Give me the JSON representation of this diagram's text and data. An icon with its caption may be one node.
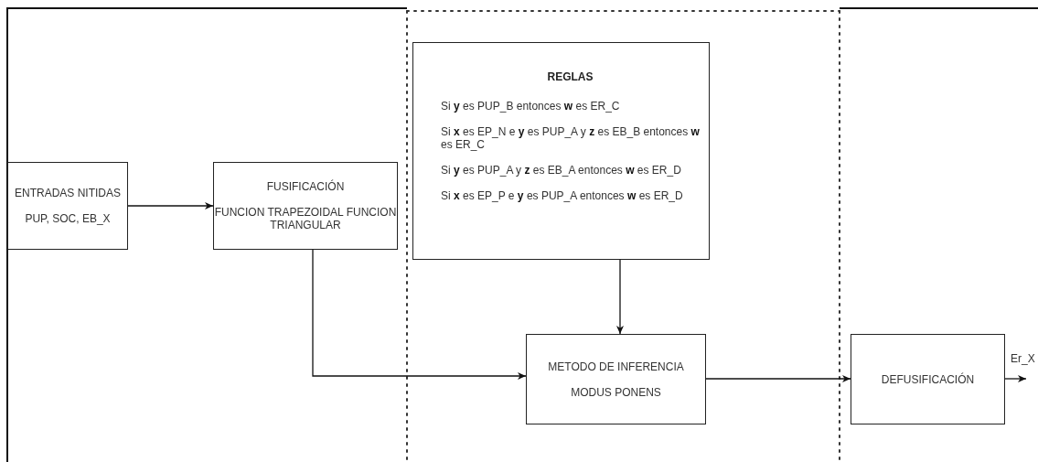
{
  "diagram": {
    "nodes": [
      {
        "text": [
          "ENTRADAS NITIDAS",
          "PUP, SOC, EB_X"
        ]
      },
      {
        "text": [
          "FUSIFICACIÓN",
          "FUNCION TRAPEZOIDAL FUNCION TRIANGULAR"
        ]
      },
      {
        "text": [
          "REGLAS",
          "Si **y** es PUP_B entonces **w** es ER_C",
          "Si **x** es EP_N e **y** es PUP_A y **z** es EB_B entonces **w** es ER_C",
          "Si **y** es PUP_A y **z** es EB_A entonces **w** es ER_D",
          "Si **x** es EP_P e **y** es PUP_A entonces **w** es ER_D"
        ]
      },
      {
        "text": [
          "METODO DE INFERENCIA",
          "MODUS PONENS"
        ]
      },
      {
        "text": [
          "DEFUSIFICACIÓN"
        ]
      }
    ],
    "edges": [
      {
        "from": 0,
        "to": 1,
        "arrow": "to"
      },
      {
        "from": 1,
        "to": 3,
        "arrow": "to"
      },
      {
        "from": 2,
        "to": 3,
        "arrow": "to"
      },
      {
        "from": 3,
        "to": 4,
        "arrow": "to"
      },
      {
        "from": 4,
        "to": null,
        "arrow": "to",
        "label": "Er_X"
      }
    ]
  }
}
